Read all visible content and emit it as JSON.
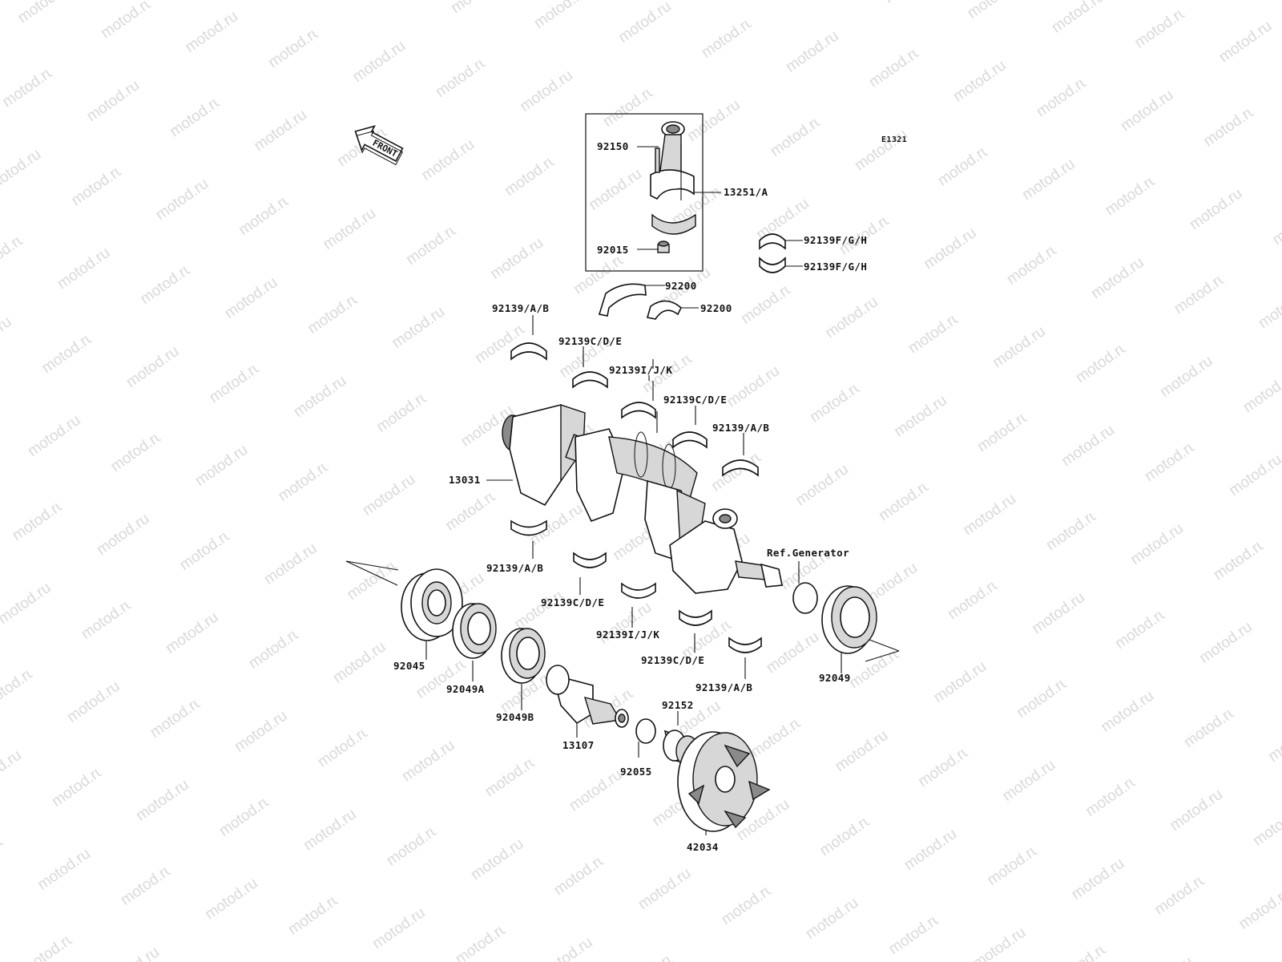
{
  "watermark": {
    "text": "motod.ru",
    "color": "#d9d9d9"
  },
  "diagram_code": "E1321",
  "front_label": "FRONT",
  "reference_label": "Ref.Generator",
  "callouts": [
    {
      "id": "c-92150",
      "text": "92150"
    },
    {
      "id": "c-13251a",
      "text": "13251/A"
    },
    {
      "id": "c-92015",
      "text": "92015"
    },
    {
      "id": "c-92139fgh-1",
      "text": "92139F/G/H"
    },
    {
      "id": "c-92139fgh-2",
      "text": "92139F/G/H"
    },
    {
      "id": "c-92200-1",
      "text": "92200"
    },
    {
      "id": "c-92200-2",
      "text": "92200"
    },
    {
      "id": "c-92139ab-1",
      "text": "92139/A/B"
    },
    {
      "id": "c-92139cde-1",
      "text": "92139C/D/E"
    },
    {
      "id": "c-92139ijk-1",
      "text": "92139I/J/K"
    },
    {
      "id": "c-92139cde-2",
      "text": "92139C/D/E"
    },
    {
      "id": "c-92139ab-2",
      "text": "92139/A/B"
    },
    {
      "id": "c-13031",
      "text": "13031"
    },
    {
      "id": "c-92139ab-3",
      "text": "92139/A/B"
    },
    {
      "id": "c-92139cde-3",
      "text": "92139C/D/E"
    },
    {
      "id": "c-92139ijk-2",
      "text": "92139I/J/K"
    },
    {
      "id": "c-92139cde-4",
      "text": "92139C/D/E"
    },
    {
      "id": "c-92139ab-4",
      "text": "92139/A/B"
    },
    {
      "id": "c-92045",
      "text": "92045"
    },
    {
      "id": "c-92049a",
      "text": "92049A"
    },
    {
      "id": "c-92049b",
      "text": "92049B"
    },
    {
      "id": "c-13107",
      "text": "13107"
    },
    {
      "id": "c-92055",
      "text": "92055"
    },
    {
      "id": "c-92152",
      "text": "92152"
    },
    {
      "id": "c-42034",
      "text": "42034"
    },
    {
      "id": "c-92049",
      "text": "92049"
    }
  ]
}
